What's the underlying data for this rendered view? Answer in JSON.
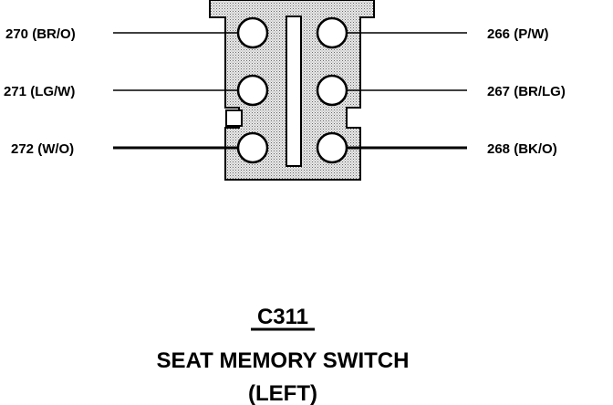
{
  "connector": {
    "id": "C311",
    "name_line1": "SEAT MEMORY SWITCH",
    "name_line2": "(LEFT)"
  },
  "pins": {
    "left_top": "270 (BR/O)",
    "left_mid": "271 (LG/W)",
    "left_bot": "272 (W/O)",
    "right_top": "266 (P/W)",
    "right_mid": "267 (BR/LG)",
    "right_bot": "268 (BK/O)"
  },
  "colors": {
    "ink": "#000000",
    "body_fill": "#e2e2e2",
    "cavity_fill": "#ffffff"
  }
}
